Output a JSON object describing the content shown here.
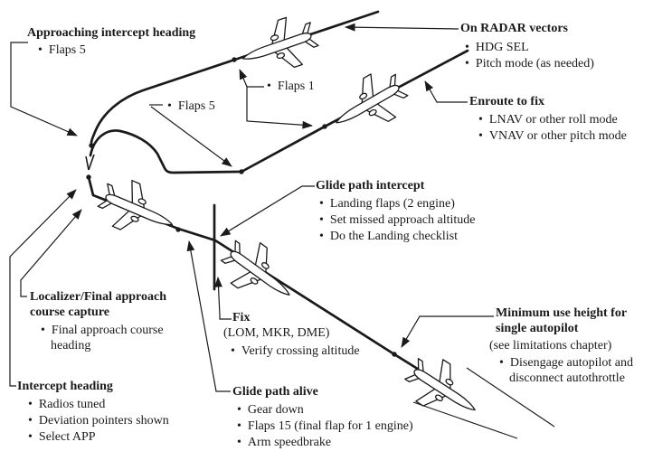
{
  "meta": {
    "figure": "ILS approach procedure annotated flight-path diagram"
  },
  "colors": {
    "ink": "#1a1a1a",
    "background": "#ffffff"
  },
  "icons": {
    "airplane": "jet-airliner-outline",
    "arrowhead": "filled-triangle",
    "waypoint": "filled-dot",
    "fix_marker": "vertical-bar",
    "runway": "parallel-lines",
    "track_break": "v-tick"
  },
  "callouts": {
    "approaching_intercept_heading": {
      "heading": "Approaching intercept heading",
      "bullets": [
        "Flaps 5"
      ]
    },
    "on_radar_vectors": {
      "heading": "On RADAR vectors",
      "bullets": [
        "HDG SEL",
        "Pitch mode (as needed)"
      ]
    },
    "enroute_to_fix": {
      "heading": "Enroute to fix",
      "bullets": [
        "LNAV or other roll mode",
        "VNAV or other pitch mode"
      ]
    },
    "flaps_1": {
      "label": "Flaps 1"
    },
    "flaps_5": {
      "label": "Flaps 5"
    },
    "glide_path_intercept": {
      "heading": "Glide path intercept",
      "bullets": [
        "Landing flaps (2 engine)",
        "Set missed approach altitude",
        "Do the Landing checklist"
      ]
    },
    "localizer_capture": {
      "heading": "Localizer/Final approach course capture",
      "bullets": [
        "Final approach course heading"
      ]
    },
    "intercept_heading": {
      "heading": "Intercept heading",
      "bullets": [
        "Radios tuned",
        "Deviation pointers shown",
        "Select APP"
      ]
    },
    "fix": {
      "heading": "Fix",
      "note": "(LOM, MKR, DME)",
      "bullets": [
        "Verify crossing altitude"
      ]
    },
    "glide_path_alive": {
      "heading": "Glide path alive",
      "bullets": [
        "Gear down",
        "Flaps 15 (final flap for 1 engine)",
        "Arm speedbrake"
      ]
    },
    "minimum_use_height": {
      "heading": "Minimum use height for single autopilot",
      "note": "(see limitations chapter)",
      "bullets": [
        "Disengage autopilot and disconnect autothrottle"
      ]
    }
  }
}
